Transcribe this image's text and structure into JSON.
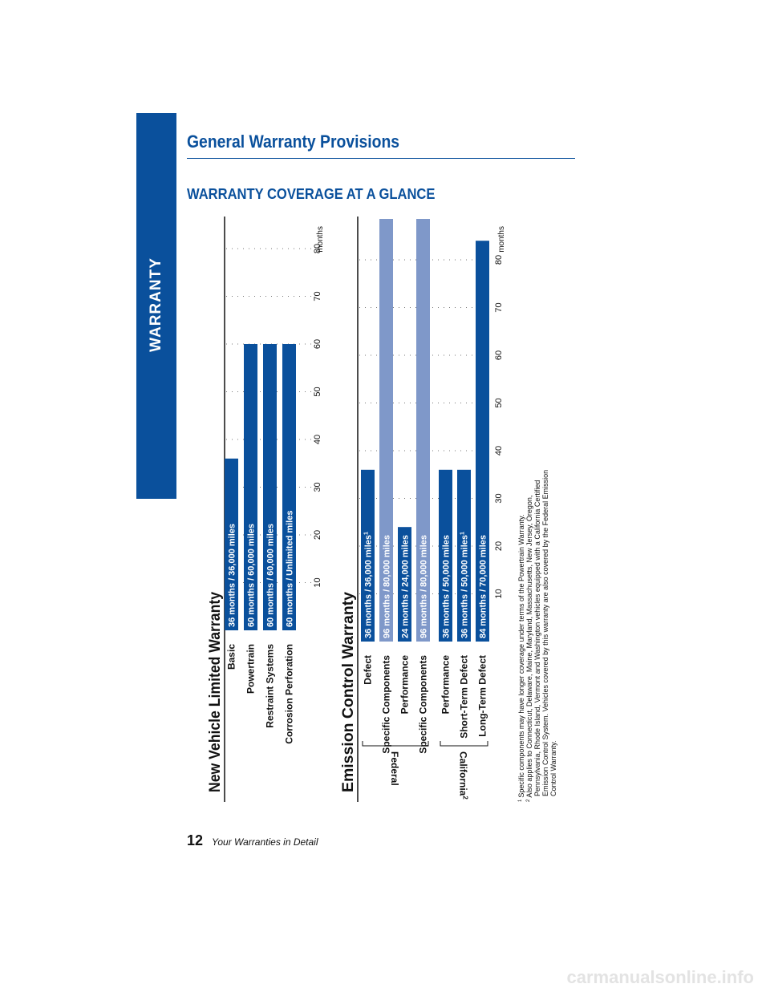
{
  "side_tab": "WARRANTY",
  "page_title": "General Warranty Provisions",
  "subtitle": "WARRANTY COVERAGE AT A GLANCE",
  "footer": {
    "page_number": "12",
    "text": "Your Warranties in Detail"
  },
  "watermark": "carmanualsonline.info",
  "footnotes": [
    "Specific components may have longer coverage under terms of the Powertrain Warranty.",
    "Also applies to Connecticut, Delaware, Maine, Maryland, Massachusetts, New Jersey, Oregon,",
    "Pennsylvania, Rhode Island, Vermont and Washington vehicles equipped with a California Certified",
    "Emission Control System. Vehicles covered by this warranty are also covered by the Federal Emission",
    "Control Warranty."
  ],
  "colors": {
    "brand_blue": "#0a509c",
    "light_blue": "#7f98c9"
  },
  "chart_data": [
    {
      "type": "bar",
      "title": "New Vehicle Limited Warranty",
      "unit_label": "months",
      "ticks": [
        10,
        20,
        30,
        40,
        50,
        60,
        70,
        80
      ],
      "xlim": [
        0,
        90
      ],
      "grid": true,
      "categories": [
        "Basic",
        "Powertrain",
        "Restraint Systems",
        "Corrosion Perforation"
      ],
      "values": [
        36,
        60,
        60,
        60
      ],
      "bar_labels": [
        "36 months / 36,000 miles",
        "60 months / 60,000 miles",
        "60 months / 60,000 miles",
        "60 months / Unlimited miles"
      ],
      "shades": [
        "dark",
        "dark",
        "dark",
        "dark"
      ]
    },
    {
      "type": "bar",
      "title": "Emission Control Warranty",
      "unit_label": "months",
      "ticks": [
        10,
        20,
        30,
        40,
        50,
        60,
        70,
        80
      ],
      "xlim": [
        0,
        90
      ],
      "grid": true,
      "groups": [
        {
          "label": "Federal",
          "start": 0,
          "end": 3
        },
        {
          "label": "California",
          "sup": "2",
          "start": 4,
          "end": 6
        }
      ],
      "categories": [
        "Defect",
        "Specific Components",
        "Performance",
        "Specific Components",
        "Performance",
        "Short-Term Defect",
        "Long-Term Defect"
      ],
      "values": [
        36,
        96,
        24,
        96,
        36,
        36,
        84
      ],
      "bar_labels": [
        "36 months / 36,000 miles",
        "96 months / 80,000 miles",
        "24 months / 24,000 miles",
        "96 months / 80,000 miles",
        "36 months / 50,000 miles",
        "36 months / 50,000 miles",
        "84 months / 70,000 miles"
      ],
      "bar_label_sups": [
        "1",
        "",
        "",
        "",
        "",
        "1",
        ""
      ],
      "shades": [
        "dark",
        "light",
        "dark",
        "light",
        "dark",
        "dark",
        "dark"
      ]
    }
  ]
}
